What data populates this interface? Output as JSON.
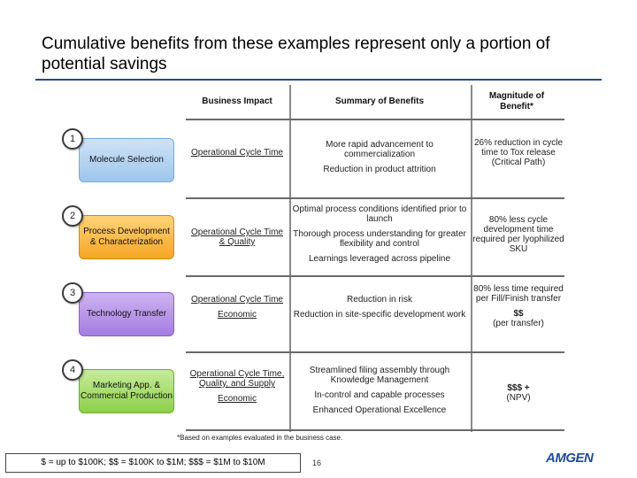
{
  "title": "Cumulative benefits from these examples represent only a portion of potential savings",
  "headers": {
    "impact": "Business Impact",
    "summary": "Summary of Benefits",
    "magnitude": "Magnitude of Benefit*"
  },
  "stages": [
    {
      "num": "1",
      "label": "Molecule Selection",
      "impact": [
        "Operational Cycle Time"
      ],
      "summary": [
        "More rapid advancement to commercialization",
        "Reduction in product attrition"
      ],
      "magnitude": [
        "26% reduction in cycle time to Tox release",
        "(Critical Path)"
      ]
    },
    {
      "num": "2",
      "label": "Process Development & Characterization",
      "impact": [
        "Operational Cycle Time & Quality"
      ],
      "summary": [
        "Optimal process conditions identified prior to launch",
        "Thorough process understanding for greater flexibility and control",
        "Learnings leveraged across pipeline"
      ],
      "magnitude": [
        "80% less cycle development time required per lyophilized SKU"
      ]
    },
    {
      "num": "3",
      "label": "Technology Transfer",
      "impact": [
        "Operational Cycle Time",
        "Economic"
      ],
      "summary": [
        "Reduction in risk",
        "Reduction in site-specific development work"
      ],
      "magnitude": [
        "80% less time required per Fill/Finish transfer",
        "$$",
        "(per transfer)"
      ]
    },
    {
      "num": "4",
      "label": "Marketing App. & Commercial Production",
      "impact": [
        "Operational Cycle Time, Quality, and Supply",
        "Economic"
      ],
      "summary": [
        "Streamlined filing assembly through Knowledge Management",
        "In-control and capable processes",
        "Enhanced Operational Excellence"
      ],
      "magnitude": [
        "$$$ +",
        "(NPV)"
      ]
    }
  ],
  "footnote": "*Based on examples evaluated in the business case.",
  "legend": "$ = up to $100K; $$ = $100K to $1M; $$$ = $1M to $10M",
  "page_number": "16",
  "logo": "AMGEN",
  "colors": {
    "title_rule": "#1f4e8c",
    "stage1": "#9ec6ec",
    "stage2": "#f5a623",
    "stage3": "#a67ce2",
    "stage4": "#8cd048",
    "logo": "#1e4b9b"
  }
}
